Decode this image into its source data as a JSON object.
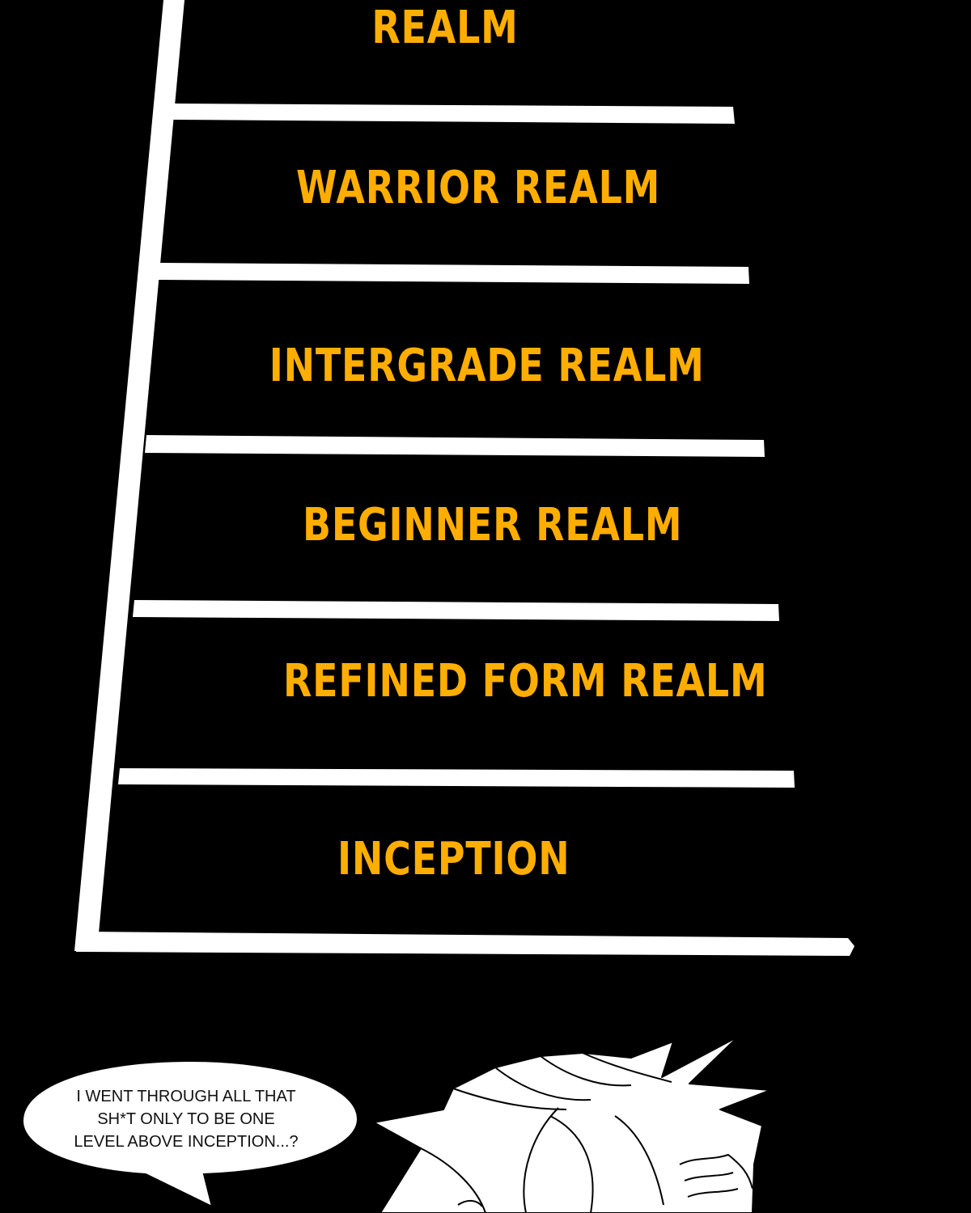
{
  "colors": {
    "background": "#000000",
    "ladder": "#FFFFFF",
    "label": "#FFAE00",
    "bubble_text": "#111111"
  },
  "ladder": {
    "levels": [
      "REALM",
      "WARRIOR REALM",
      "INTERGRADE REALM",
      "BEGINNER REALM",
      "REFINED FORM REALM",
      "INCEPTION"
    ]
  },
  "speech_bubble": {
    "lines": [
      "I WENT THROUGH ALL THAT",
      "SH*T ONLY TO BE ONE",
      "LEVEL ABOVE INCEPTION...?"
    ]
  }
}
